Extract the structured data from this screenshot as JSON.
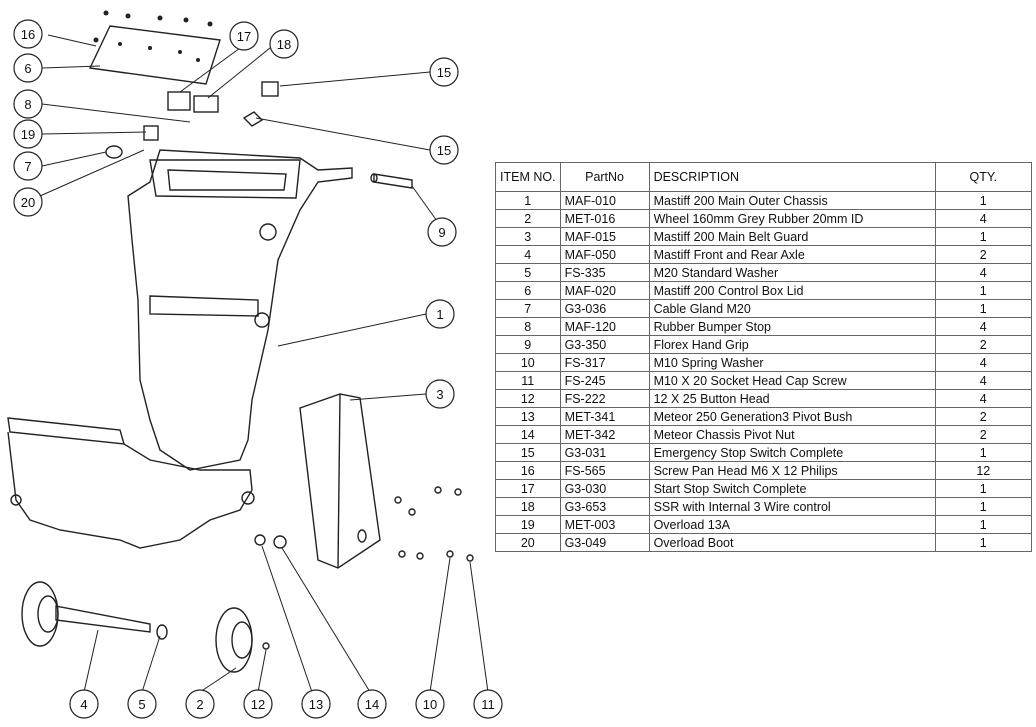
{
  "bom": {
    "headers": {
      "item": "ITEM NO.",
      "partno": "PartNo",
      "description": "DESCRIPTION",
      "qty": "QTY."
    },
    "rows": [
      {
        "item": "1",
        "partno": "MAF-010",
        "description": "Mastiff 200 Main Outer Chassis",
        "qty": "1"
      },
      {
        "item": "2",
        "partno": "MET-016",
        "description": "Wheel 160mm Grey Rubber 20mm ID",
        "qty": "4"
      },
      {
        "item": "3",
        "partno": "MAF-015",
        "description": "Mastiff 200 Main Belt Guard",
        "qty": "1"
      },
      {
        "item": "4",
        "partno": "MAF-050",
        "description": "Mastiff Front and Rear Axle",
        "qty": "2"
      },
      {
        "item": "5",
        "partno": "FS-335",
        "description": "M20 Standard Washer",
        "qty": "4"
      },
      {
        "item": "6",
        "partno": "MAF-020",
        "description": "Mastiff 200 Control Box Lid",
        "qty": "1"
      },
      {
        "item": "7",
        "partno": "G3-036",
        "description": "Cable Gland  M20",
        "qty": "1"
      },
      {
        "item": "8",
        "partno": "MAF-120",
        "description": "Rubber Bumper Stop",
        "qty": "4"
      },
      {
        "item": "9",
        "partno": "G3-350",
        "description": "Florex Hand Grip",
        "qty": "2"
      },
      {
        "item": "10",
        "partno": "FS-317",
        "description": "M10 Spring Washer",
        "qty": "4"
      },
      {
        "item": "11",
        "partno": "FS-245",
        "description": "M10 X 20 Socket Head Cap Screw",
        "qty": "4"
      },
      {
        "item": "12",
        "partno": "FS-222",
        "description": "12 X 25 Button  Head",
        "qty": "4"
      },
      {
        "item": "13",
        "partno": "MET-341",
        "description": "Meteor 250 Generation3 Pivot Bush",
        "qty": "2"
      },
      {
        "item": "14",
        "partno": "MET-342",
        "description": "Meteor Chassis Pivot Nut",
        "qty": "2"
      },
      {
        "item": "15",
        "partno": "G3-031",
        "description": "Emergency Stop Switch Complete",
        "qty": "1"
      },
      {
        "item": "16",
        "partno": "FS-565",
        "description": "Screw Pan Head M6 X 12 Philips",
        "qty": "12"
      },
      {
        "item": "17",
        "partno": "G3-030",
        "description": "Start Stop Switch Complete",
        "qty": "1"
      },
      {
        "item": "18",
        "partno": "G3-653",
        "description": "SSR with Internal 3 Wire control",
        "qty": "1"
      },
      {
        "item": "19",
        "partno": "MET-003",
        "description": "Overload  13A",
        "qty": "1"
      },
      {
        "item": "20",
        "partno": "G3-049",
        "description": "Overload Boot",
        "qty": "1"
      }
    ]
  },
  "balloons": [
    "16",
    "17",
    "18",
    "6",
    "15",
    "8",
    "19",
    "15",
    "7",
    "20",
    "9",
    "1",
    "3",
    "4",
    "5",
    "2",
    "12",
    "13",
    "14",
    "10",
    "11"
  ]
}
